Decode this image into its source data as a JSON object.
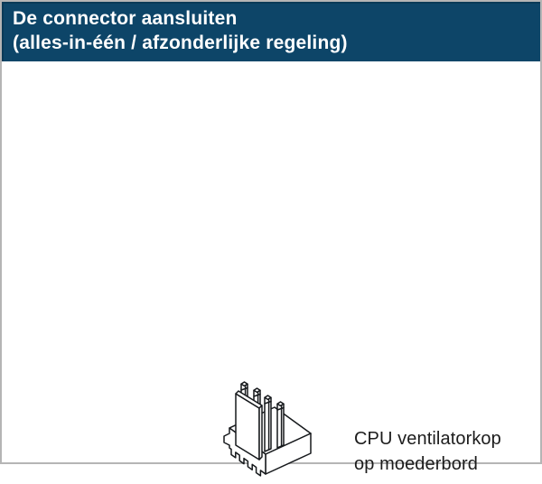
{
  "header": {
    "title_line1": "De connector aansluiten",
    "title_line2": "(alles-in-één / afzonderlijke regeling)",
    "bg_color": "#0d4568",
    "text_color": "#ffffff"
  },
  "illustration": {
    "icon": "cpu-fan-header-4pin-isometric-icon",
    "caption_line1": "CPU ventilatorkop",
    "caption_line2": "op moederbord",
    "line_color": "#16191c"
  },
  "frame": {
    "border_color": "#b5b5b5"
  }
}
